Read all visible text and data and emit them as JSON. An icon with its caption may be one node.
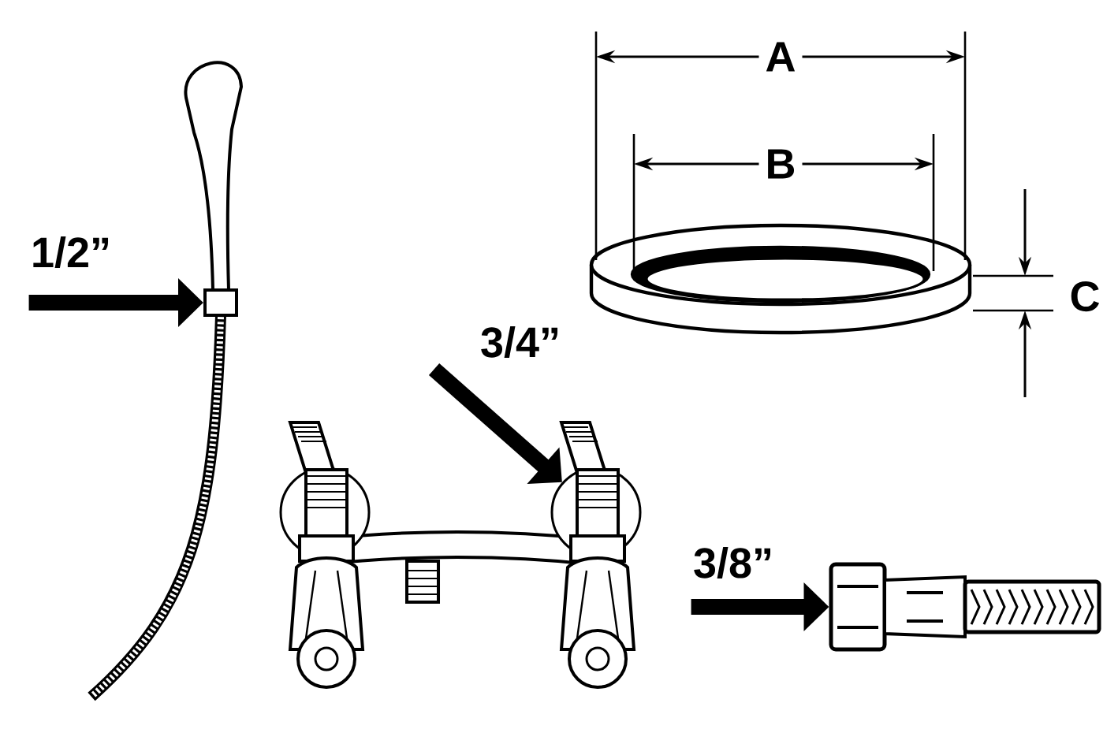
{
  "diagram": {
    "nodes": [
      {
        "text": [
          "1/2”"
        ]
      },
      {
        "text": [],
        "shape": "picture"
      },
      {
        "text": [
          "3/4”"
        ]
      },
      {
        "text": [],
        "shape": "picture"
      },
      {
        "text": [
          "3/8”"
        ]
      },
      {
        "text": [],
        "shape": "picture"
      }
    ],
    "edges": [
      {
        "from": 0,
        "to": 1,
        "arrow": "to"
      },
      {
        "from": 2,
        "to": 3,
        "arrow": "to"
      },
      {
        "from": 4,
        "to": 5,
        "arrow": "to"
      }
    ],
    "labels": [
      "A",
      "B",
      "C"
    ]
  }
}
